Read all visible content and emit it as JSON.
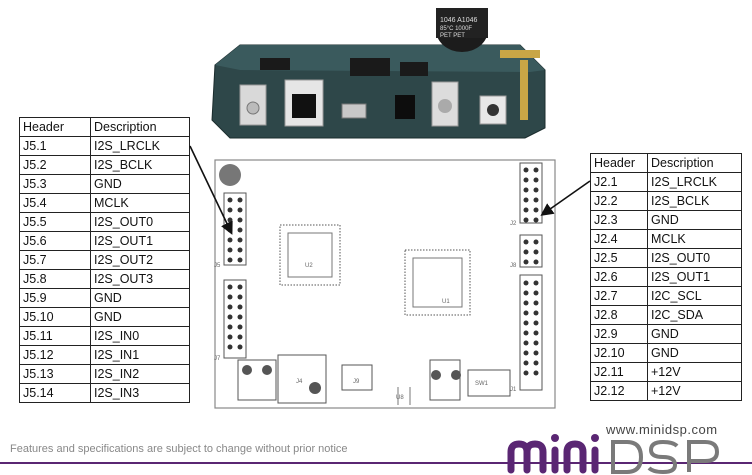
{
  "j5_table": {
    "header": [
      "Header",
      "Description"
    ],
    "rows": [
      [
        "J5.1",
        "I2S_LRCLK"
      ],
      [
        "J5.2",
        "I2S_BCLK"
      ],
      [
        "J5.3",
        "GND"
      ],
      [
        "J5.4",
        "MCLK"
      ],
      [
        "J5.5",
        "I2S_OUT0"
      ],
      [
        "J5.6",
        "I2S_OUT1"
      ],
      [
        "J5.7",
        "I2S_OUT2"
      ],
      [
        "J5.8",
        "I2S_OUT3"
      ],
      [
        "J5.9",
        "GND"
      ],
      [
        "J5.10",
        "GND"
      ],
      [
        "J5.11",
        "I2S_IN0"
      ],
      [
        "J5.12",
        "I2S_IN1"
      ],
      [
        "J5.13",
        "I2S_IN2"
      ],
      [
        "J5.14",
        "I2S_IN3"
      ]
    ]
  },
  "j2_table": {
    "header": [
      "Header",
      "Description"
    ],
    "rows": [
      [
        "J2.1",
        "I2S_LRCLK"
      ],
      [
        "J2.2",
        "I2S_BCLK"
      ],
      [
        "J2.3",
        "GND"
      ],
      [
        "J2.4",
        "MCLK"
      ],
      [
        "J2.5",
        "I2S_OUT0"
      ],
      [
        "J2.6",
        "I2S_OUT1"
      ],
      [
        "J2.7",
        "I2C_SCL"
      ],
      [
        "J2.8",
        "I2C_SDA"
      ],
      [
        "J2.9",
        "GND"
      ],
      [
        "J2.10",
        "GND"
      ],
      [
        "J2.11",
        "+12V"
      ],
      [
        "J2.12",
        "+12V"
      ]
    ]
  },
  "board_photo": {
    "cap_label": "1046 A1046\n85°C 1000F\nPET  PET"
  },
  "schematic": {
    "labels": [
      "U2",
      "U1",
      "J5",
      "J2",
      "J7",
      "J4",
      "J8",
      "J9",
      "SW1",
      "J1",
      "U8"
    ]
  },
  "footer": {
    "note": "Features and specifications are subject to change without prior notice",
    "url": "www.minidsp.com",
    "logo_text": "miniDSP"
  },
  "colors": {
    "brand_purple": "#5a2673",
    "pcb": "#2d4a4c"
  }
}
